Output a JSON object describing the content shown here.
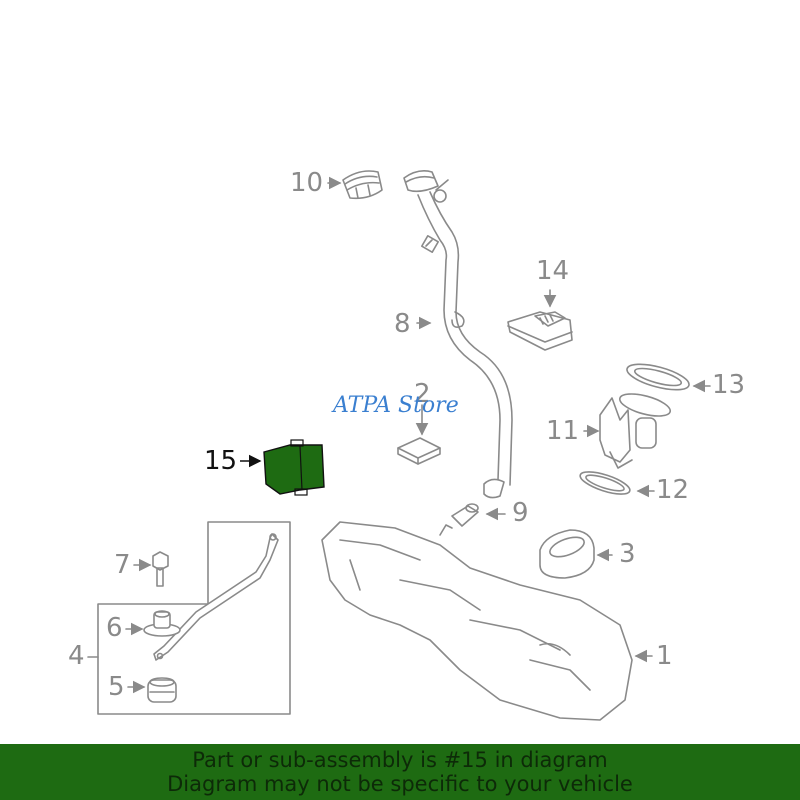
{
  "diagram": {
    "title": "Fuel tank assembly parts diagram",
    "highlight_part": "15",
    "colors": {
      "line": "#8a8a8a",
      "highlight_fill": "#1e6b12",
      "highlight_stroke": "#111111",
      "banner_bg": "#1e6b12",
      "banner_text": "#0d2a08",
      "watermark": "#3a7fd0"
    },
    "callouts": [
      {
        "id": "1",
        "label": "1"
      },
      {
        "id": "2",
        "label": "2"
      },
      {
        "id": "3",
        "label": "3"
      },
      {
        "id": "4",
        "label": "4"
      },
      {
        "id": "5",
        "label": "5"
      },
      {
        "id": "6",
        "label": "6"
      },
      {
        "id": "7",
        "label": "7"
      },
      {
        "id": "8",
        "label": "8"
      },
      {
        "id": "9",
        "label": "9"
      },
      {
        "id": "10",
        "label": "10"
      },
      {
        "id": "11",
        "label": "11"
      },
      {
        "id": "12",
        "label": "12"
      },
      {
        "id": "13",
        "label": "13"
      },
      {
        "id": "14",
        "label": "14"
      },
      {
        "id": "15",
        "label": "15"
      }
    ]
  },
  "watermark": {
    "text": "ATPA Store"
  },
  "banner": {
    "line1": "Part or sub-assembly is #15 in diagram",
    "line2": "Diagram may not be specific to your vehicle"
  }
}
